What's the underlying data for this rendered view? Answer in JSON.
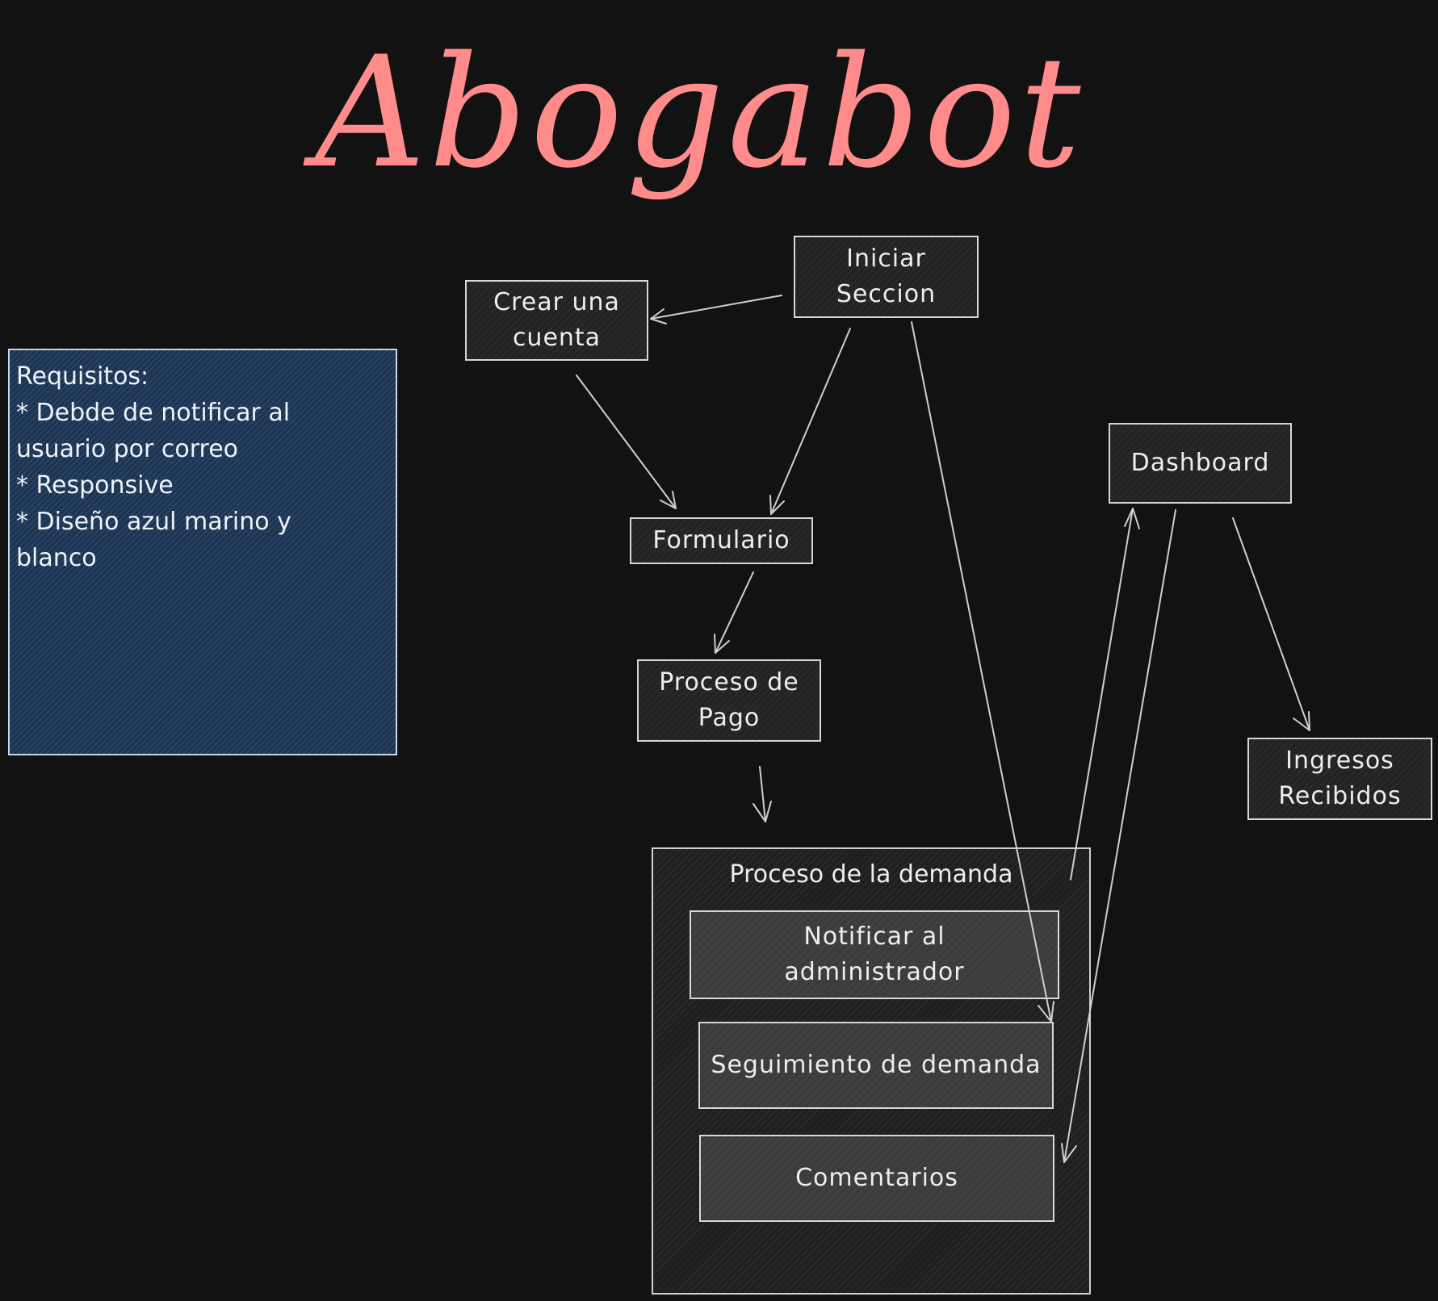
{
  "title": "Abogabot",
  "requirements": {
    "lines": [
      "Requisitos:",
      "* Debde de notificar al",
      "usuario por correo",
      "* Responsive",
      "* Diseño azul marino y",
      "blanco"
    ]
  },
  "nodes": {
    "iniciar_seccion": [
      "Iniciar",
      "Seccion"
    ],
    "crear_cuenta": [
      "Crear una",
      "cuenta"
    ],
    "formulario": [
      "Formulario"
    ],
    "proceso_pago": [
      "Proceso de",
      "Pago"
    ],
    "dashboard": [
      "Dashboard"
    ],
    "ingresos": [
      "Ingresos",
      "Recibidos"
    ]
  },
  "demanda": {
    "label": "Proceso de la demanda",
    "notificar": [
      "Notificar al",
      "administrador"
    ],
    "seguimiento": [
      "Seguimiento de demanda"
    ],
    "comentarios": [
      "Comentarios"
    ]
  },
  "colors": {
    "background": "#121212",
    "title": "#ff8b8b",
    "requirements_fill": "#1d3552",
    "stroke": "#d7d7d7"
  }
}
